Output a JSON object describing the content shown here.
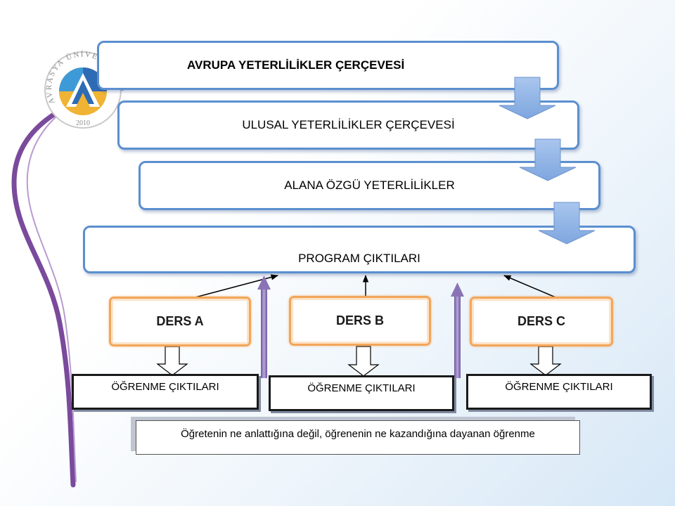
{
  "logo": {
    "text": "AVRASYA ÜNİVERSİTESİ",
    "year": "2010"
  },
  "frameworks": {
    "europe": "AVRUPA YETERLİLİKLER ÇERÇEVESİ",
    "national": "ULUSAL YETERLİLİKLER ÇERÇEVESİ",
    "field": "ALANA ÖZGÜ  YETERLİLİKLER"
  },
  "program": "PROGRAM ÇIKTILARI",
  "courses": [
    {
      "name": "DERS A",
      "outcomes": "ÖĞRENME ÇIKTILARI"
    },
    {
      "name": "DERS B",
      "outcomes": "ÖĞRENME ÇIKTILARI"
    },
    {
      "name": "DERS C",
      "outcomes": "ÖĞRENME ÇIKTILARI"
    }
  ],
  "footer": "Öğretenin ne anlattığına değil, öğrenenin ne kazandığına dayanan öğrenme",
  "colors": {
    "frame_border": "#5b8fcf",
    "down_arrow": "#8fb4e3",
    "course_border": "#f2a65a",
    "up_arrow": "#8a73b5",
    "swoosh": "#6b3a8e"
  }
}
